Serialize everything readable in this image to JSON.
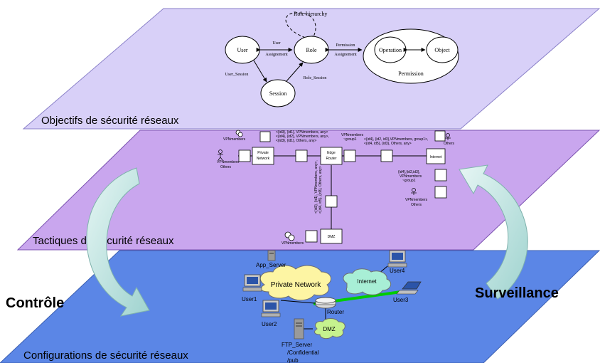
{
  "layers": {
    "top_label": "Objectifs de sécurité réseaux",
    "middle_label": "Tactiques de sécurité réseaux",
    "bottom_label": "Configurations de sécurité réseaux"
  },
  "side_labels": {
    "left": "Contrôle",
    "right": "Surveillance"
  },
  "rbac": {
    "role_hierarchy": "Role hierarchy",
    "user": "User",
    "role": "Role",
    "session": "Session",
    "operation": "Operation",
    "object": "Object",
    "permission": "Permission",
    "user_assignement_1": "User",
    "user_assignement_2": "Assignement",
    "permission_assignement_1": "Permission",
    "permission_assignement_2": "Assignement",
    "user_session": "User_Session",
    "role_session": "Role_Session"
  },
  "tactics": {
    "private_network_1": "Private",
    "private_network_2": "Network",
    "edge_router_1": "Edge",
    "edge_router_2": "Router",
    "internet": "Internet",
    "dmz": "DMZ",
    "vpnmembers": "VPNmembers",
    "others": "Others",
    "group1": "~group1",
    "rule_top_1": "<{id3}, {id1}, VPNmembers, any>",
    "rule_top_2": "<{id4}, {id2}, VPNmembers, any>,",
    "rule_top_3": "<{id3}, {id1}, Others, any>",
    "rule_right_1": "<{id4}, {id2, id3},VPNmembers, group1>,",
    "rule_right_2": "<{id4, id5}, {id3}, Others, any>",
    "rule_mid_1": "{id4},{id2,id3},",
    "rule_vert_1": "<{id3}, {id1}, VPNmembers, any>,",
    "rule_vert_2": "<{id4, id5}, {id3}, Others, any>"
  },
  "config": {
    "app_server": "App_Server",
    "private_network": "Private Network",
    "internet": "Internet",
    "user1": "User1",
    "user2": "User2",
    "user3": "User3",
    "user4": "User4",
    "router": "Router",
    "dmz": "DMZ",
    "ftp_server": "FTP_Server",
    "dir_confidential": "/Confidential",
    "dir_pub": "/pub"
  }
}
